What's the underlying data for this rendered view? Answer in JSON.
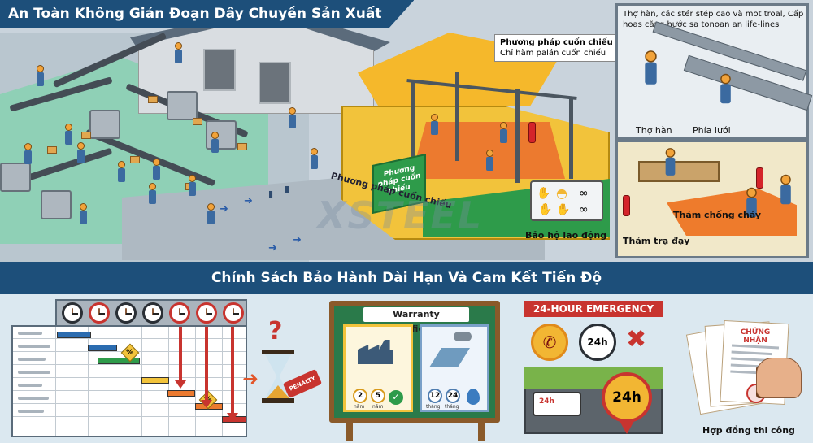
{
  "top": {
    "title": "An Toàn Không Gián Đoạn Dây Chuyền Sản Xuất",
    "callout_title": "Phương pháp cuốn chiếu",
    "callout_sub": "Chỉ hàm palán cuốn chiếu",
    "banner_text": "Phương pháp cuốn chiếu",
    "floor_text": "Phương pháp cuốn chiếu",
    "watermark": "XSTEEL",
    "ppe_label": "Bảo hộ lao động",
    "panel1_text": "Thợ hàn, các stér stép cao và mot troal, Cấp hoas căng hước sa tonoan an life-lines",
    "panel1_left_label": "Thợ hàn",
    "panel1_right_label": "Phía lưới",
    "panel2_mat_label": "Thảm chống cháy",
    "panel2_floor_label": "Thảm trạ đạy"
  },
  "bottom": {
    "title": "Chính Sách Bảo Hành Dài Hạn Và Cam Kết Tiến Độ",
    "pct_symbol": "%",
    "penalty_tag": "PENALTY",
    "question_mark": "?",
    "warranty_title": "Warranty Certificates",
    "cert1_seals": [
      {
        "num": "2",
        "caption": "năm"
      },
      {
        "num": "5",
        "caption": "năm"
      }
    ],
    "cert2_seals": [
      {
        "num": "12",
        "caption": "tháng"
      },
      {
        "num": "24",
        "caption": "tháng"
      }
    ],
    "check_mark": "✓",
    "emergency_title": "24-HOUR EMERGENCY",
    "clock_24": "24h",
    "ambulance_text": "24h",
    "big_24": "24h",
    "phone_glyph": "✆",
    "tools_glyph": "✖",
    "contract_title": "CHỨNG NHẬN",
    "contract_label": "Hợp đồng thi công"
  },
  "colors": {
    "navy": "#1d4f7a",
    "red": "#c8342f",
    "yellow": "#f2c33b",
    "green": "#2e9b4a",
    "orange": "#ec7a2f"
  }
}
